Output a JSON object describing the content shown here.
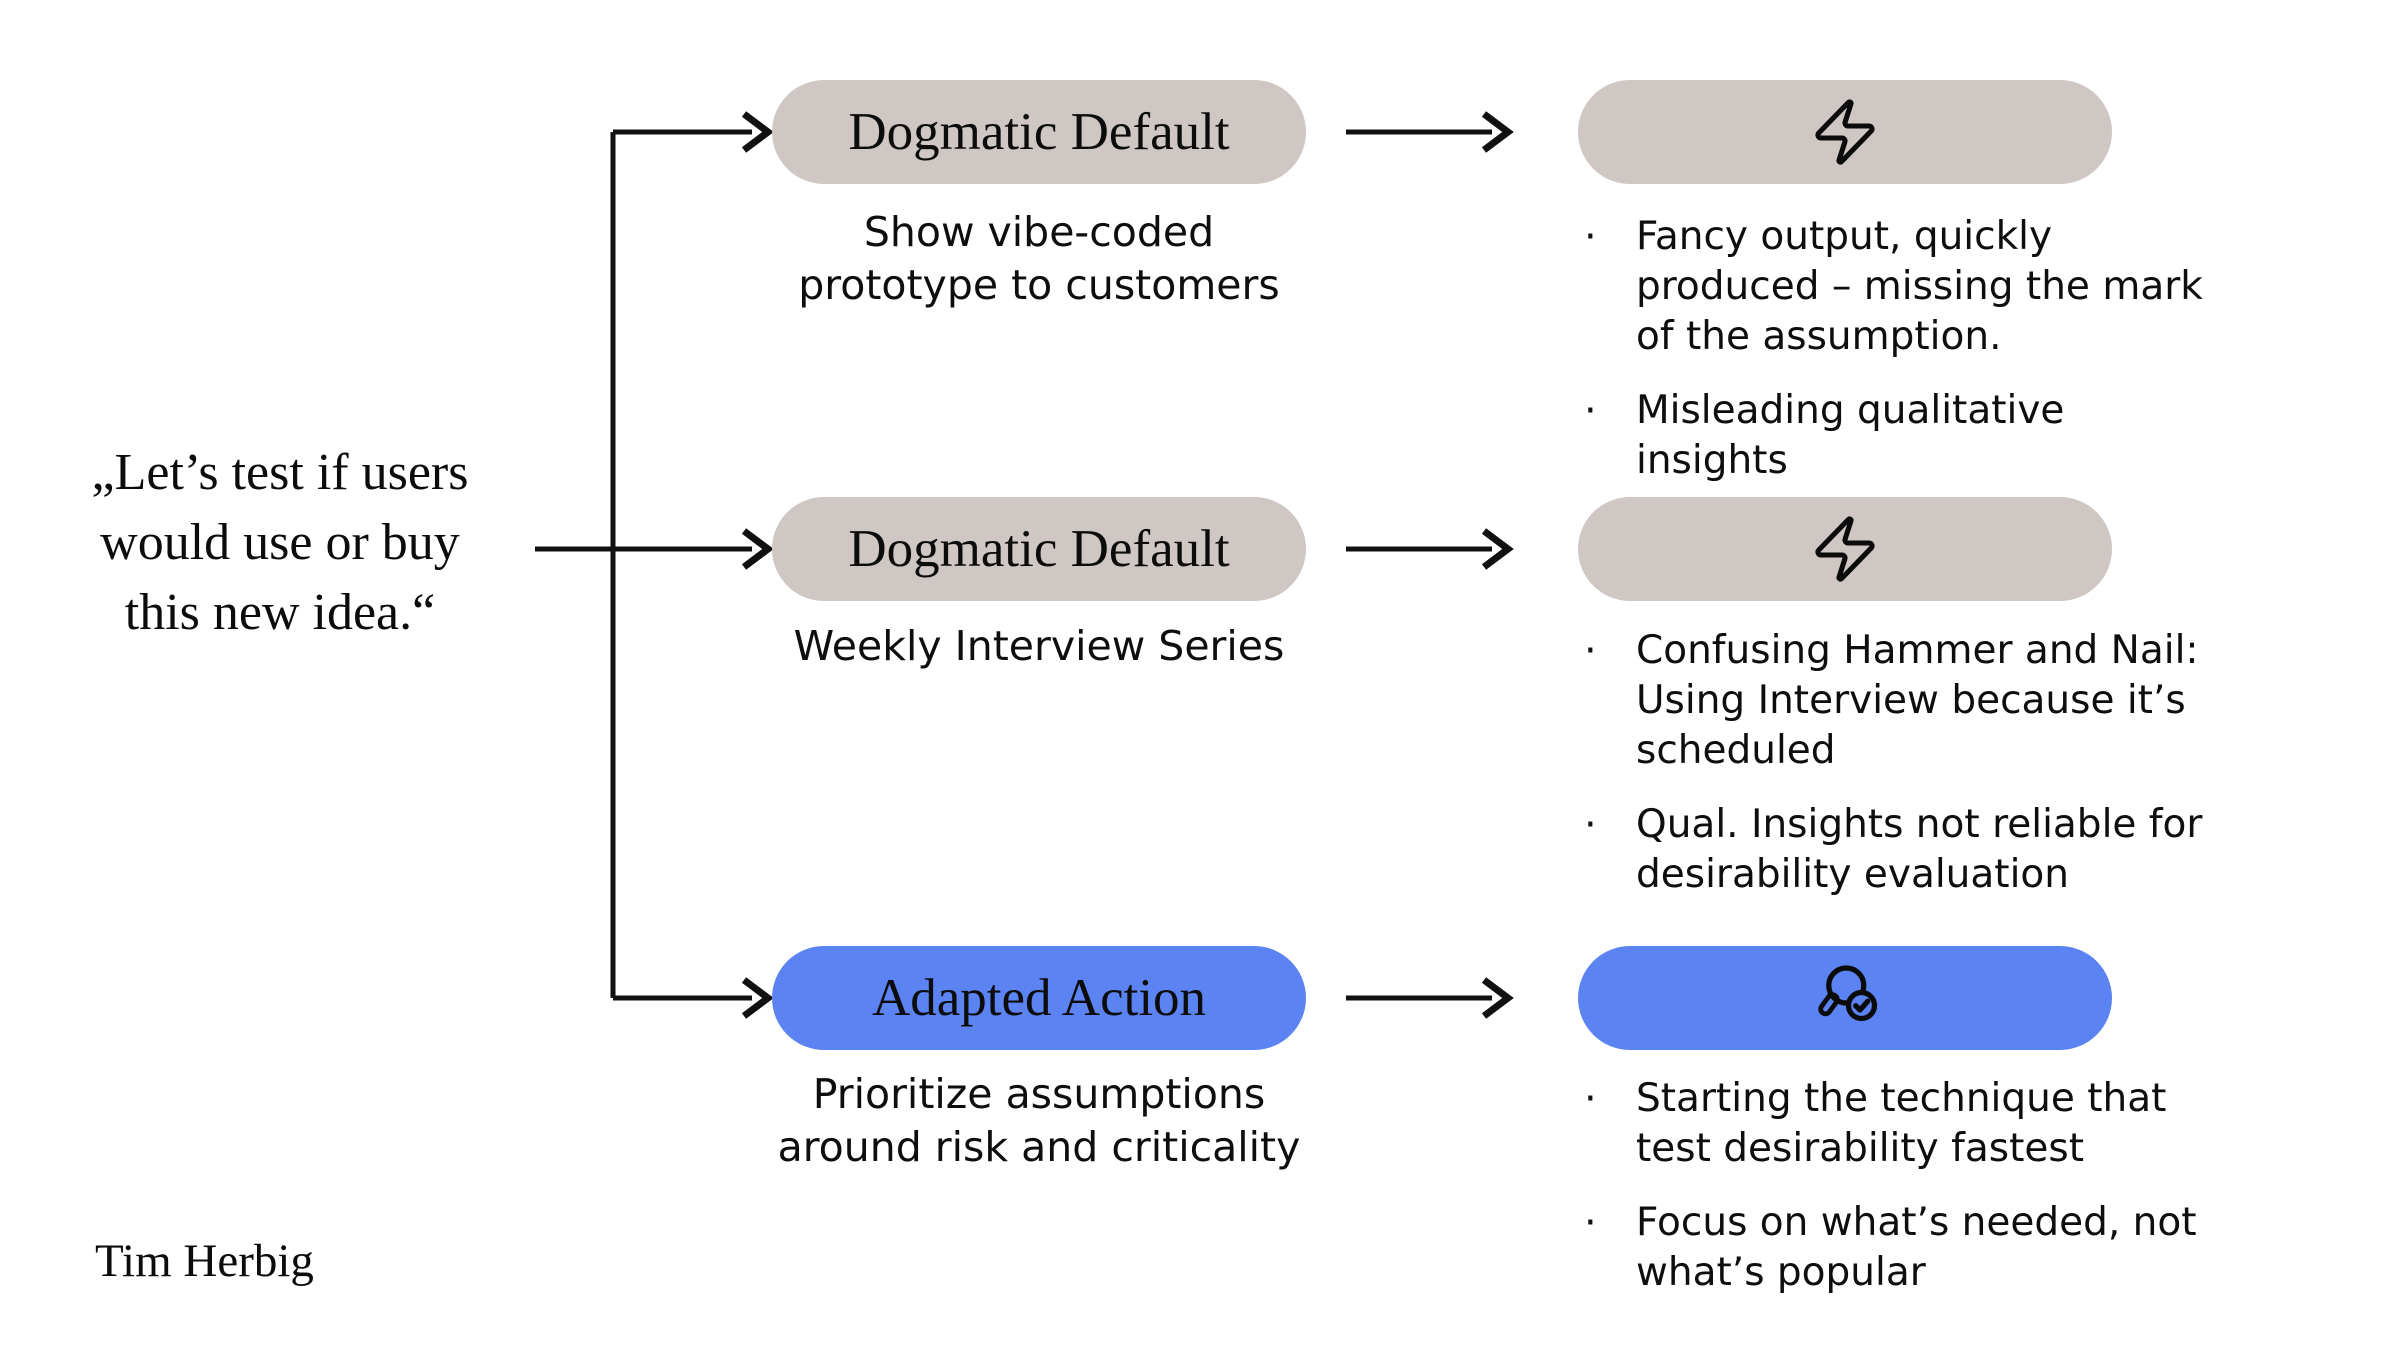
{
  "quote": "„Let’s test if users\nwould use or buy\nthis new idea.“",
  "author": "Tim Herbig",
  "bullet_char": "·",
  "colors": {
    "taupe": "#cec7c4",
    "blue": "#5b83f1",
    "line": "#111111"
  },
  "rows": [
    {
      "label": "Dogmatic Default",
      "subtitle": "Show vibe-coded\nprototype to customers",
      "icon": "lightning-icon",
      "color": "taupe",
      "bullets": [
        "Fancy output, quickly\nproduced – missing the mark\nof the assumption.",
        "Misleading qualitative\ninsights"
      ]
    },
    {
      "label": "Dogmatic Default",
      "subtitle": "Weekly Interview Series",
      "icon": "lightning-icon",
      "color": "taupe",
      "bullets": [
        "Confusing Hammer and Nail:\nUsing Interview because it’s\nscheduled",
        "Qual. Insights not reliable for\ndesirability evaluation"
      ]
    },
    {
      "label": "Adapted Action",
      "subtitle": "Prioritize assumptions\naround risk and criticality",
      "icon": "search-check-icon",
      "color": "blue",
      "bullets": [
        "Starting the technique that\ntest desirability fastest",
        "Focus on what’s needed, not\nwhat’s popular"
      ]
    }
  ]
}
